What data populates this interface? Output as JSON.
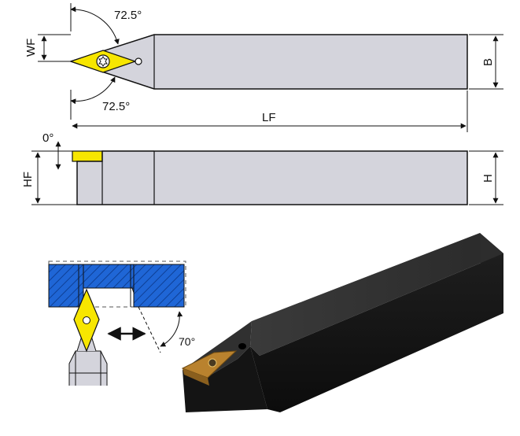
{
  "top_view": {
    "angle_upper": "72.5°",
    "angle_lower": "72.5°",
    "label_wf": "WF",
    "label_b": "B",
    "label_lf": "LF"
  },
  "side_view": {
    "angle_rake": "0°",
    "label_hf": "HF",
    "label_h": "H"
  },
  "application_view": {
    "angle": "70°"
  },
  "colors": {
    "body_gray": "#d4d4dc",
    "insert_yellow": "#f7e600",
    "workpiece_blue": "#1f66d6",
    "tool_black": "#1b1b1b",
    "insert_bronze": "#b9822e"
  }
}
